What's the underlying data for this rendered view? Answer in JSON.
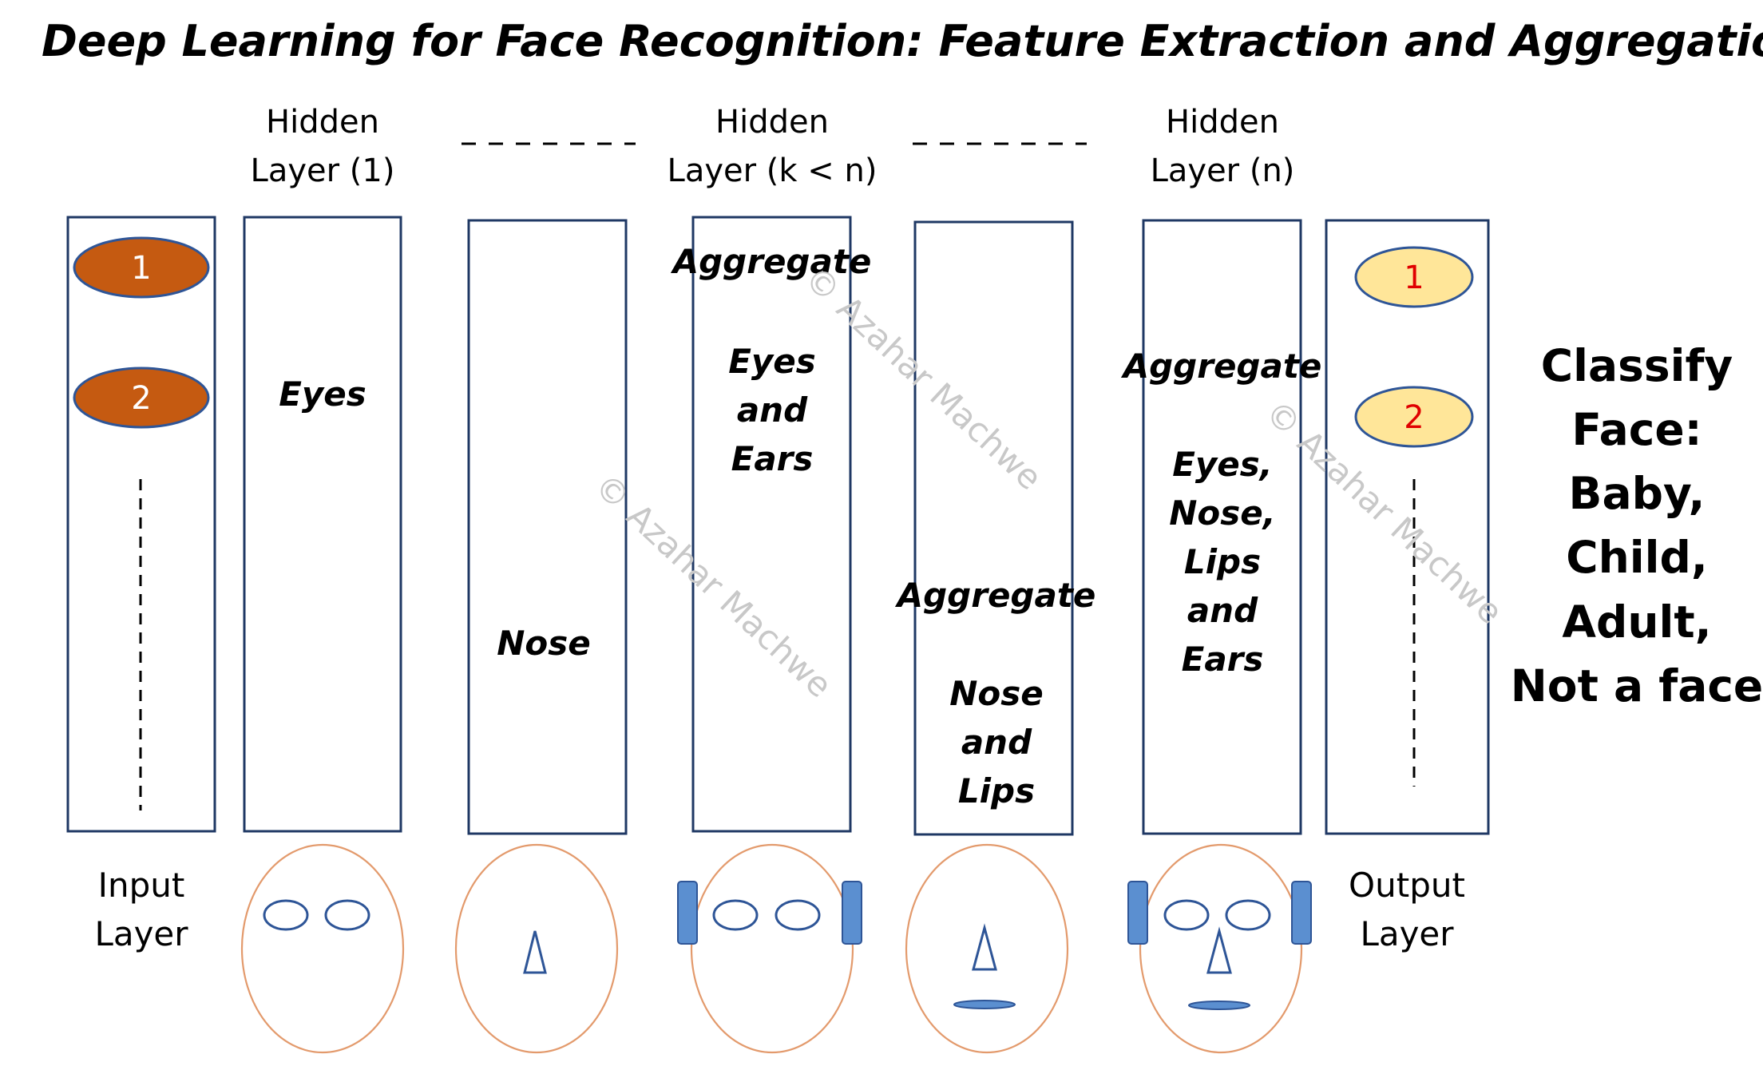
{
  "title": "Deep Learning for Face Recognition: Feature Extraction and Aggregation",
  "layers": {
    "hidden_1": [
      "Hidden",
      "Layer (1)"
    ],
    "hidden_k": [
      "Hidden",
      "Layer (k < n)"
    ],
    "hidden_n": [
      "Hidden",
      "Layer (n)"
    ],
    "input": [
      "Input",
      "Layer"
    ],
    "output": [
      "Output",
      "Layer"
    ]
  },
  "features": {
    "eyes": "Eyes",
    "nose": "Nose",
    "agg1_title": "Aggregate",
    "agg1_lines": [
      "Eyes",
      "and",
      "Ears"
    ],
    "agg2_title": "Aggregate",
    "agg2_lines": [
      "Nose",
      "and",
      "Lips"
    ],
    "agg3_title": "Aggregate",
    "agg3_lines": [
      "Eyes,",
      "Nose,",
      "Lips",
      "and",
      "Ears"
    ]
  },
  "input_nodes": [
    "1",
    "2"
  ],
  "output_nodes": [
    "1",
    "2"
  ],
  "classify": [
    "Classify",
    "Face:",
    "Baby,",
    "Child,",
    "Adult,",
    "Not a face"
  ],
  "watermark": "© Azahar Machwe",
  "colors": {
    "input_node": "#c55a11",
    "output_node": "#ffe699",
    "output_node_text": "#e00000",
    "box_border": "#1f3864",
    "face_outline": "#e39a6c",
    "feature_blue": "#2e5597"
  }
}
